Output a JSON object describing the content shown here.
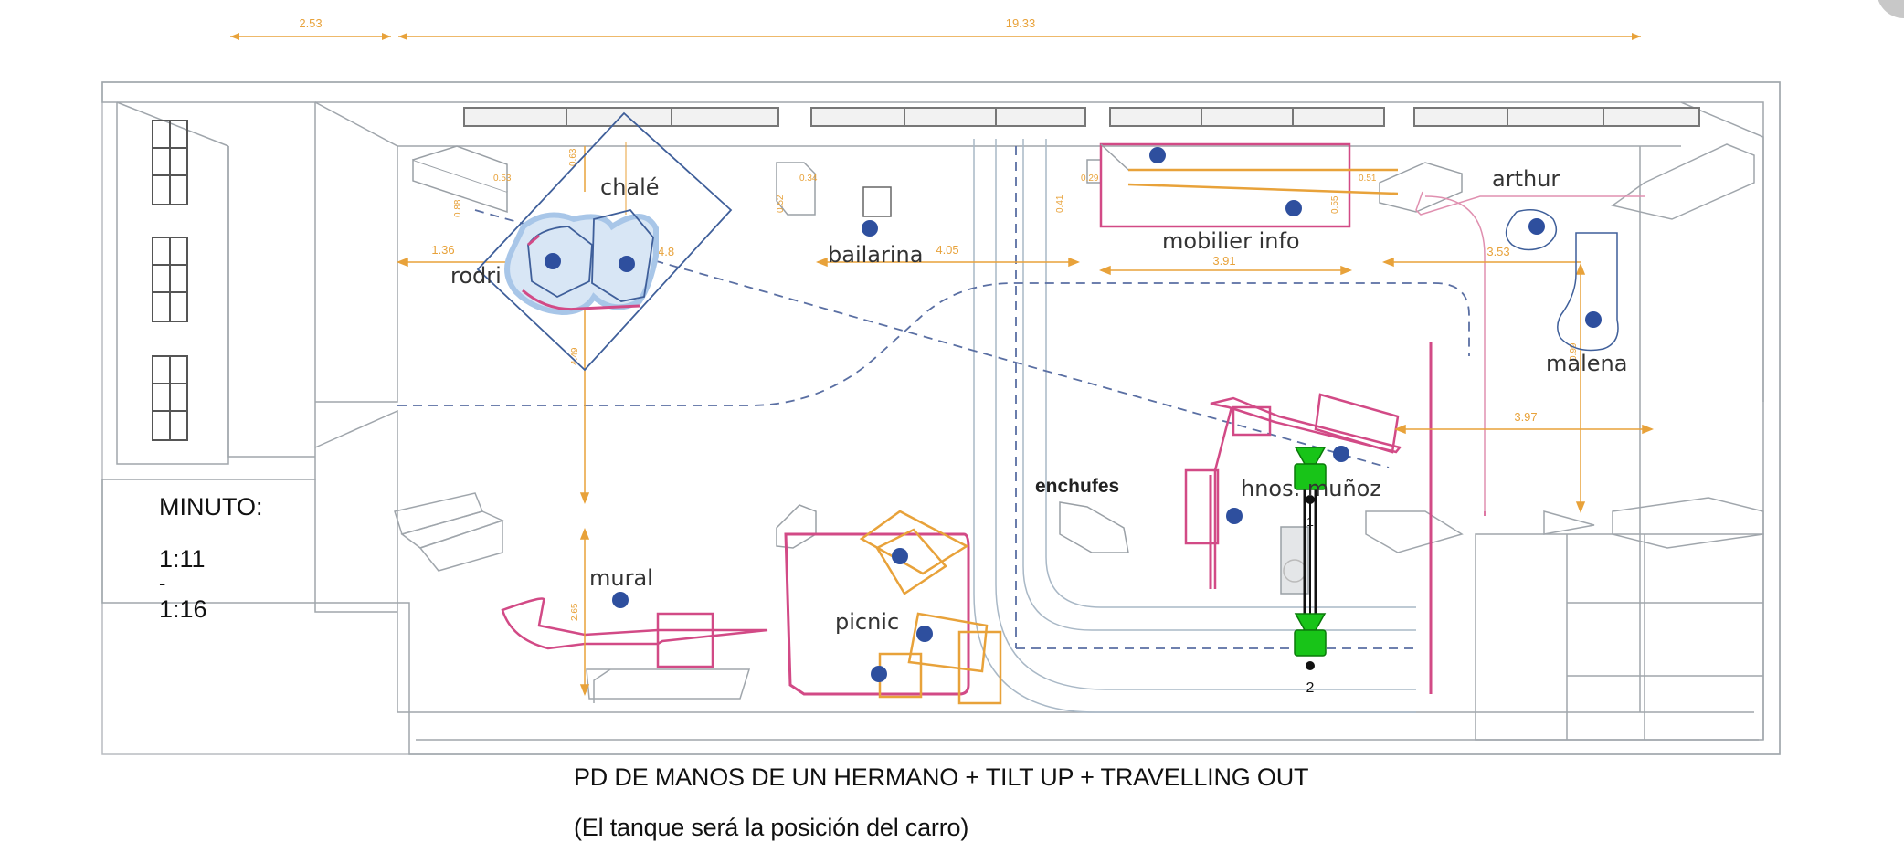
{
  "dimensions": {
    "top_left": "2.53",
    "top_main": "19.33",
    "d053": "0.53",
    "d063": "0.63",
    "d088": "0.88",
    "d136": "1.36",
    "d48": "4.8",
    "d449": "4.49",
    "d052": "0.52",
    "d034": "0.34",
    "d405": "4.05",
    "d391": "3.91",
    "d041": "0.41",
    "d029": "0.29",
    "d051": "0.51",
    "d055": "0.55",
    "d353": "3.53",
    "d099": "0.99",
    "d397": "3.97",
    "d265": "2.65"
  },
  "labels": {
    "chale": "chalé",
    "rodri": "rodri",
    "bailarina": "bailarina",
    "mobilier": "mobilier info",
    "arthur": "arthur",
    "malena": "malena",
    "enchufes": "enchufes",
    "hnos": "hnos. muñoz",
    "mural": "mural",
    "picnic": "picnic",
    "cam1": "1",
    "cam2": "2"
  },
  "minute": {
    "label": "MINUTO:",
    "start": "1:11",
    "separator": "-",
    "end": "1:16"
  },
  "caption": {
    "line1": "PD DE MANOS DE UN HERMANO + TILT UP + TRAVELLING OUT",
    "line2": "(El tanque será la posición del carro)"
  },
  "colors": {
    "dimension": "#e8a23a",
    "walls": "#9aa0a6",
    "pink": "#d24a86",
    "blue_marker": "#2e4f9e",
    "camera": "#18c418"
  }
}
